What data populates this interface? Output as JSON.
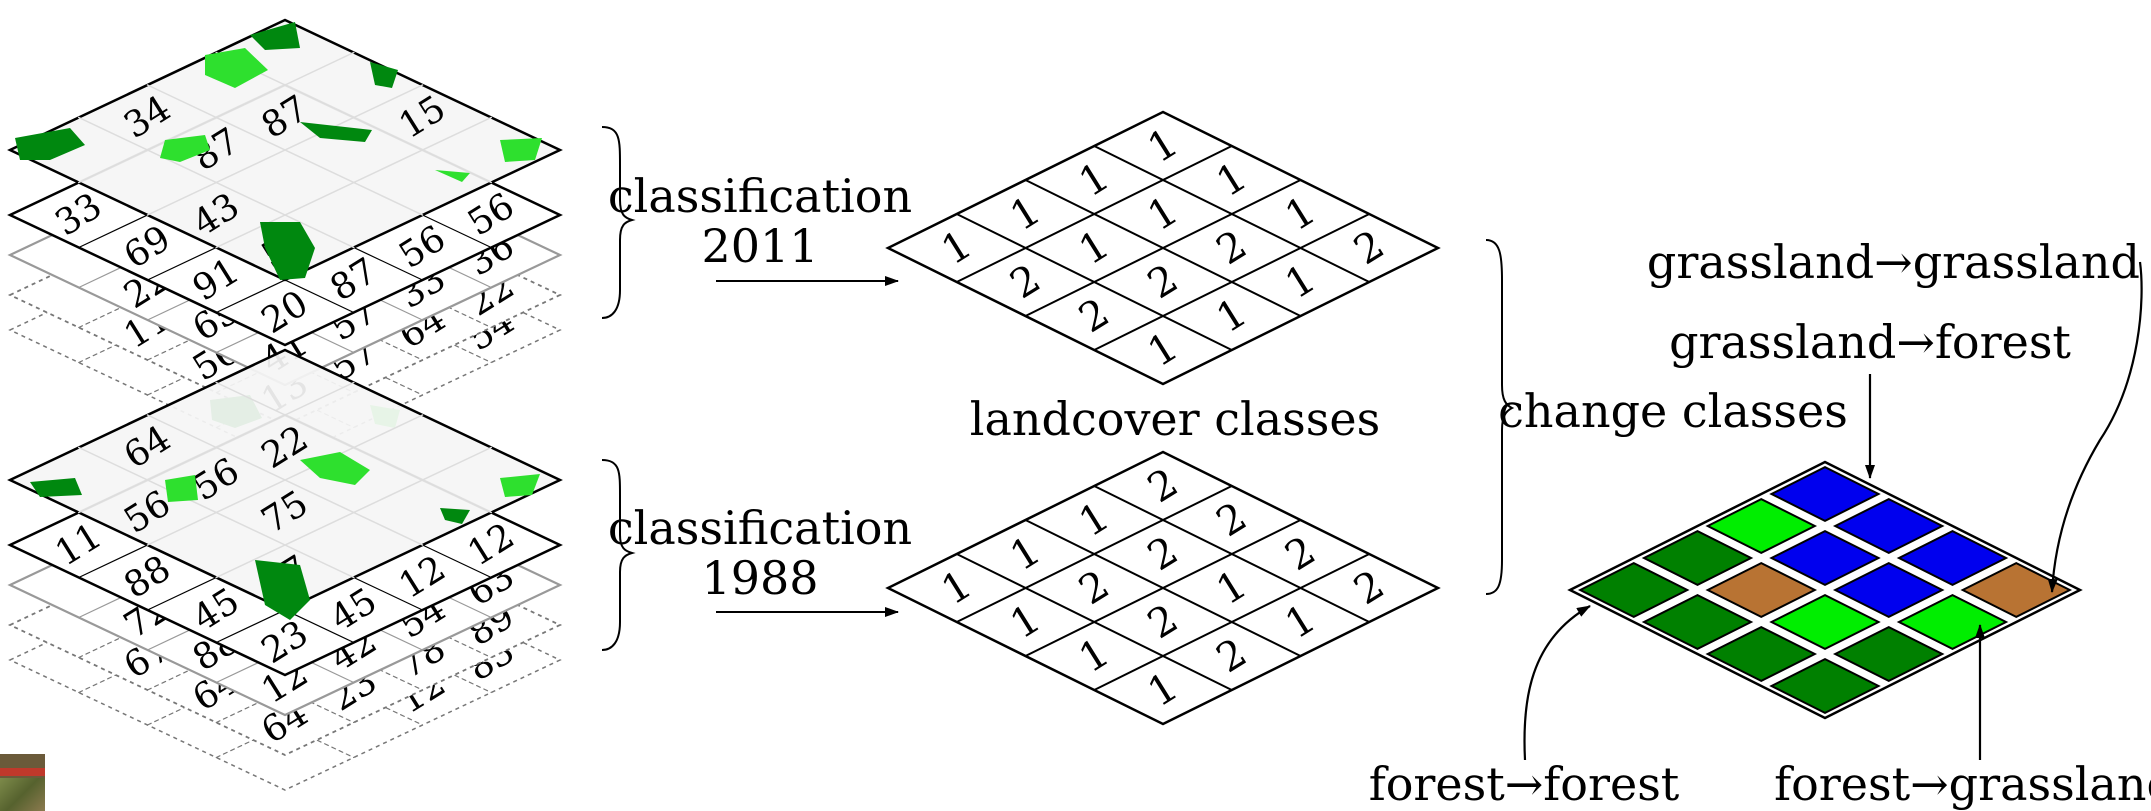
{
  "labels": {
    "classification_2011": [
      "classification",
      "2011"
    ],
    "classification_1988": [
      "classification",
      "1988"
    ],
    "landcover_classes": "landcover classes",
    "change_classes": "change classes",
    "grassland_grassland": "grassland→grassland",
    "grassland_forest": "grassland→forest",
    "forest_forest": "forest→forest",
    "forest_grassland": "forest→grassland"
  },
  "stack_2011": {
    "top_layer_faint_numbers": [
      [
        "",
        "",
        "15",
        ""
      ],
      [
        "",
        "87",
        "",
        ""
      ],
      [
        "34",
        "87",
        "",
        ""
      ],
      [
        "",
        "",
        "43",
        "56"
      ]
    ],
    "layer2_numbers": [
      "56",
      "56",
      "87",
      "20",
      "91",
      "69",
      "33"
    ],
    "layer3_numbers": [
      "36",
      "33",
      "57",
      "41",
      "65",
      "22"
    ],
    "layer4_numbers": [
      "22",
      "64",
      "57",
      "13",
      "56",
      "11"
    ],
    "layer5_numbers": [
      "54"
    ]
  },
  "stack_1988": {
    "top_layer_faint_numbers": [
      [
        "",
        "",
        "",
        ""
      ],
      [
        "",
        "22",
        "",
        ""
      ],
      [
        "64",
        "56",
        "75",
        ""
      ],
      [
        "",
        "56",
        "",
        "67"
      ]
    ],
    "layer2_numbers": [
      "12",
      "12",
      "45",
      "23",
      "45",
      "88",
      "11"
    ],
    "layer3_numbers": [
      "63",
      "54",
      "42",
      "12",
      "88",
      "72"
    ],
    "layer4_numbers": [
      "89",
      "78",
      "23",
      "64",
      "64",
      "67"
    ],
    "layer5_numbers": [
      "83",
      "12"
    ]
  },
  "landcover_2011": [
    [
      "1",
      "1",
      "1",
      "1"
    ],
    [
      "2",
      "1",
      "1",
      "1"
    ],
    [
      "2",
      "2",
      "2",
      "1"
    ],
    [
      "1",
      "1",
      "1",
      "2"
    ]
  ],
  "landcover_1988": [
    [
      "1",
      "1",
      "1",
      "2"
    ],
    [
      "1",
      "2",
      "2",
      "2"
    ],
    [
      "1",
      "2",
      "1",
      "2"
    ],
    [
      "1",
      "2",
      "1",
      "2"
    ]
  ],
  "change_colors": {
    "forest_forest": "#008000",
    "grassland_forest": "#0000ee",
    "forest_grassland": "#00ee00",
    "grassland_grassland": "#b87333"
  },
  "change_grid": [
    [
      "forest_forest",
      "forest_forest",
      "forest_grassland",
      "grassland_forest"
    ],
    [
      "forest_forest",
      "grassland_grassland",
      "grassland_forest",
      "grassland_forest"
    ],
    [
      "forest_forest",
      "forest_grassland",
      "grassland_forest",
      "grassland_forest"
    ],
    [
      "forest_forest",
      "forest_forest",
      "forest_grassland",
      "grassland_grassland"
    ]
  ]
}
